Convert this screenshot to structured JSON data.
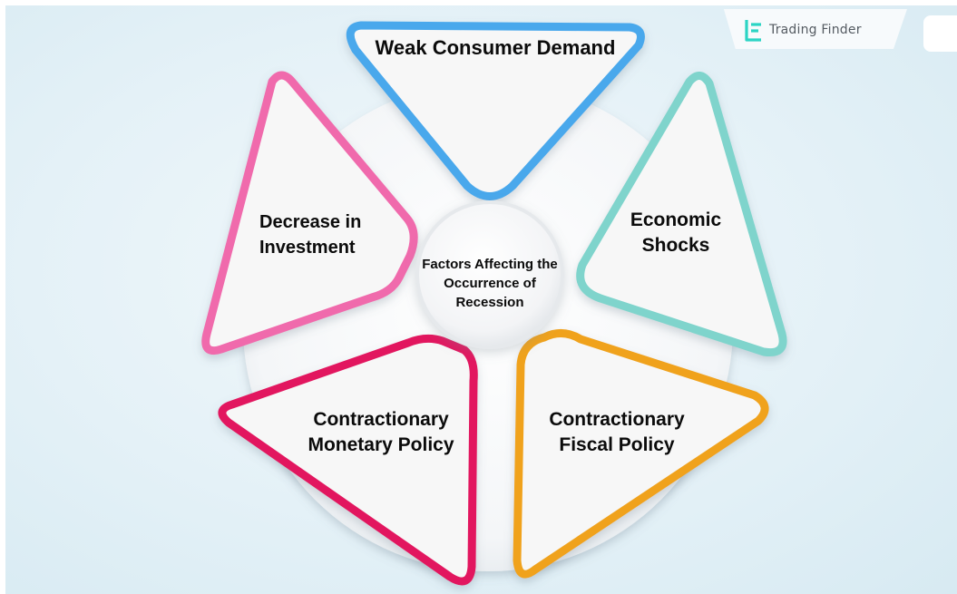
{
  "brand": {
    "name": "Trading Finder",
    "icon": "trading-finder-logo"
  },
  "diagram": {
    "center": {
      "title": "Factors Affecting the Occurrence of Recession"
    },
    "factors": [
      {
        "label": "Weak Consumer Demand",
        "color": "#4aa8ec"
      },
      {
        "label": "Economic Shocks",
        "color": "#7fd4cc"
      },
      {
        "label": "Contractionary Fiscal Policy",
        "color": "#f0a21c"
      },
      {
        "label": "Contractionary Monetary Policy",
        "color": "#e2195f"
      },
      {
        "label": "Decrease in Investment",
        "color": "#f06aac"
      }
    ]
  }
}
